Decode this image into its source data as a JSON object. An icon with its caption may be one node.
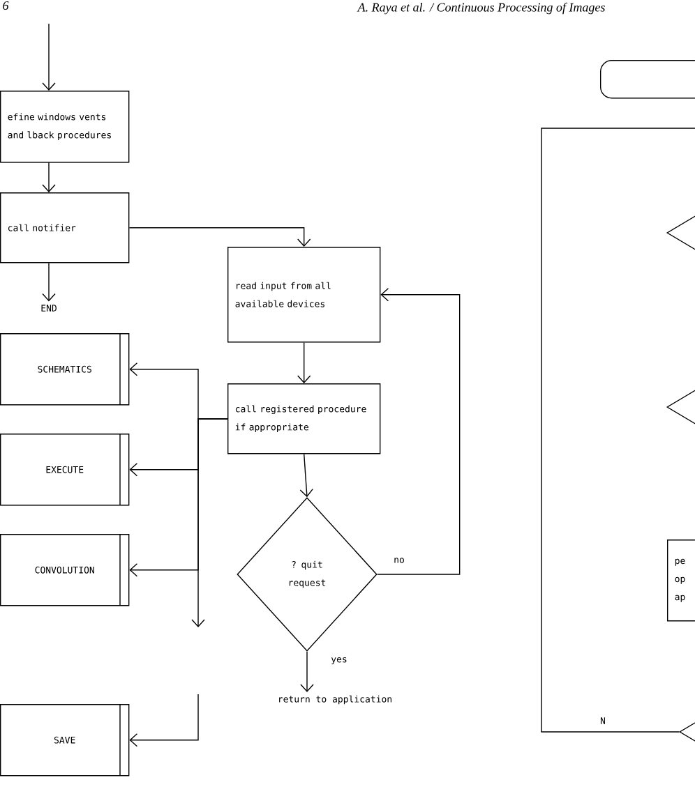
{
  "diagram": {
    "nodes": [
      {
        "text": [
          "efine windows vents and lback procedures"
        ]
      },
      {
        "text": [
          "call notifier"
        ]
      },
      {
        "text": [
          "END"
        ]
      },
      {
        "text": [
          "read input from all available devices"
        ]
      },
      {
        "text": [
          "call registered procedure if appropriate"
        ]
      },
      {
        "text": [
          "? quit request"
        ]
      },
      {
        "text": [
          "SCHEMATICS"
        ]
      },
      {
        "text": [
          "EXECUTE"
        ]
      },
      {
        "text": [
          "CONVOLUTION"
        ]
      },
      {
        "text": [
          "SAVE"
        ]
      },
      {
        "text": [
          "return to application"
        ]
      },
      {
        "text": [],
        "shape": "box"
      },
      {
        "text": [],
        "shape": "diamond"
      },
      {
        "text": [],
        "shape": "diamond"
      },
      {
        "text": [
          "pe op ap"
        ]
      },
      {
        "text": [],
        "shape": "diamond"
      }
    ],
    "edges": [
      {
        "from": null,
        "to": 0,
        "arrow": "to"
      },
      {
        "from": 0,
        "to": 1,
        "arrow": "to"
      },
      {
        "from": 1,
        "to": 2,
        "arrow": "to"
      },
      {
        "from": 1,
        "to": 3,
        "arrow": "to"
      },
      {
        "from": 3,
        "to": 4,
        "arrow": "to"
      },
      {
        "from": 4,
        "to": 5,
        "arrow": "to"
      },
      {
        "from": 5,
        "to": 3,
        "arrow": "to",
        "label": "no"
      },
      {
        "from": 5,
        "to": 10,
        "arrow": "to",
        "label": "yes"
      },
      {
        "from": 4,
        "to": 6,
        "arrow": "to"
      },
      {
        "from": 4,
        "to": 7,
        "arrow": "to"
      },
      {
        "from": 4,
        "to": 8,
        "arrow": "to"
      },
      {
        "from": 4,
        "to": null,
        "arrow": "to"
      },
      {
        "from": null,
        "to": 9,
        "arrow": "to"
      },
      {
        "from": 15,
        "to": null,
        "arrow": "none",
        "label": "N"
      }
    ],
    "labels": [
      "6",
      "A. Raya et al. / Continuous Processing of Images"
    ]
  }
}
